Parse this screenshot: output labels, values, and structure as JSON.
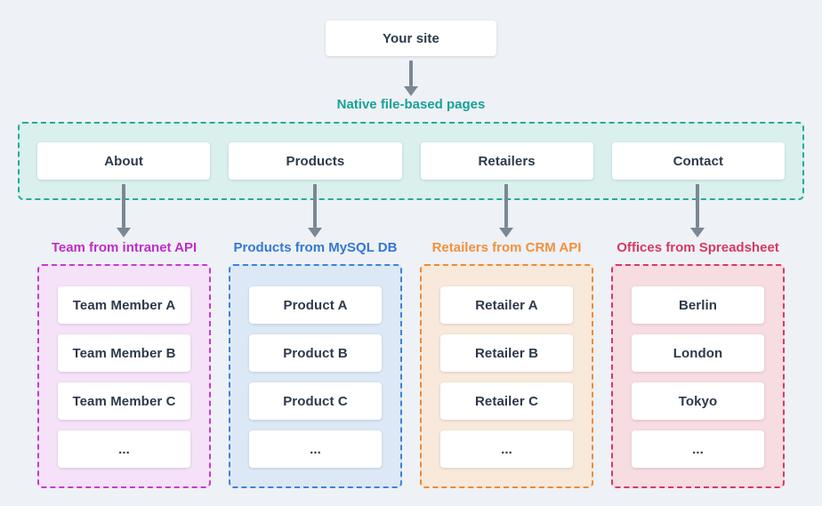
{
  "page": {
    "background": "#eef1f6",
    "arrow_color": "#7b8794",
    "node_text_color": "#2d3a4a"
  },
  "root": {
    "label": "Your site"
  },
  "native_section": {
    "title": "Native file-based pages",
    "accent": "#17a296",
    "border": "#2aa89c",
    "background": "#d9f0ec",
    "pages": [
      {
        "label": "About"
      },
      {
        "label": "Products"
      },
      {
        "label": "Retailers"
      },
      {
        "label": "Contact"
      }
    ]
  },
  "sources": [
    {
      "title": "Team from intranet API",
      "accent": "#bd2ec6",
      "border": "#c43ccd",
      "background": "#f5e1f8",
      "items": [
        "Team Member A",
        "Team Member B",
        "Team Member C",
        "..."
      ]
    },
    {
      "title": "Products from MySQL DB",
      "accent": "#3478d2",
      "border": "#3d82d9",
      "background": "#dce8f5",
      "items": [
        "Product A",
        "Product B",
        "Product C",
        "..."
      ]
    },
    {
      "title": "Retailers from CRM API",
      "accent": "#f0913e",
      "border": "#ed8936",
      "background": "#f8e9db",
      "items": [
        "Retailer A",
        "Retailer B",
        "Retailer C",
        "..."
      ]
    },
    {
      "title": "Offices from Spreadsheet",
      "accent": "#d63a60",
      "border": "#d43b5f",
      "background": "#f7dce1",
      "items": [
        "Berlin",
        "London",
        "Tokyo",
        "..."
      ]
    }
  ]
}
